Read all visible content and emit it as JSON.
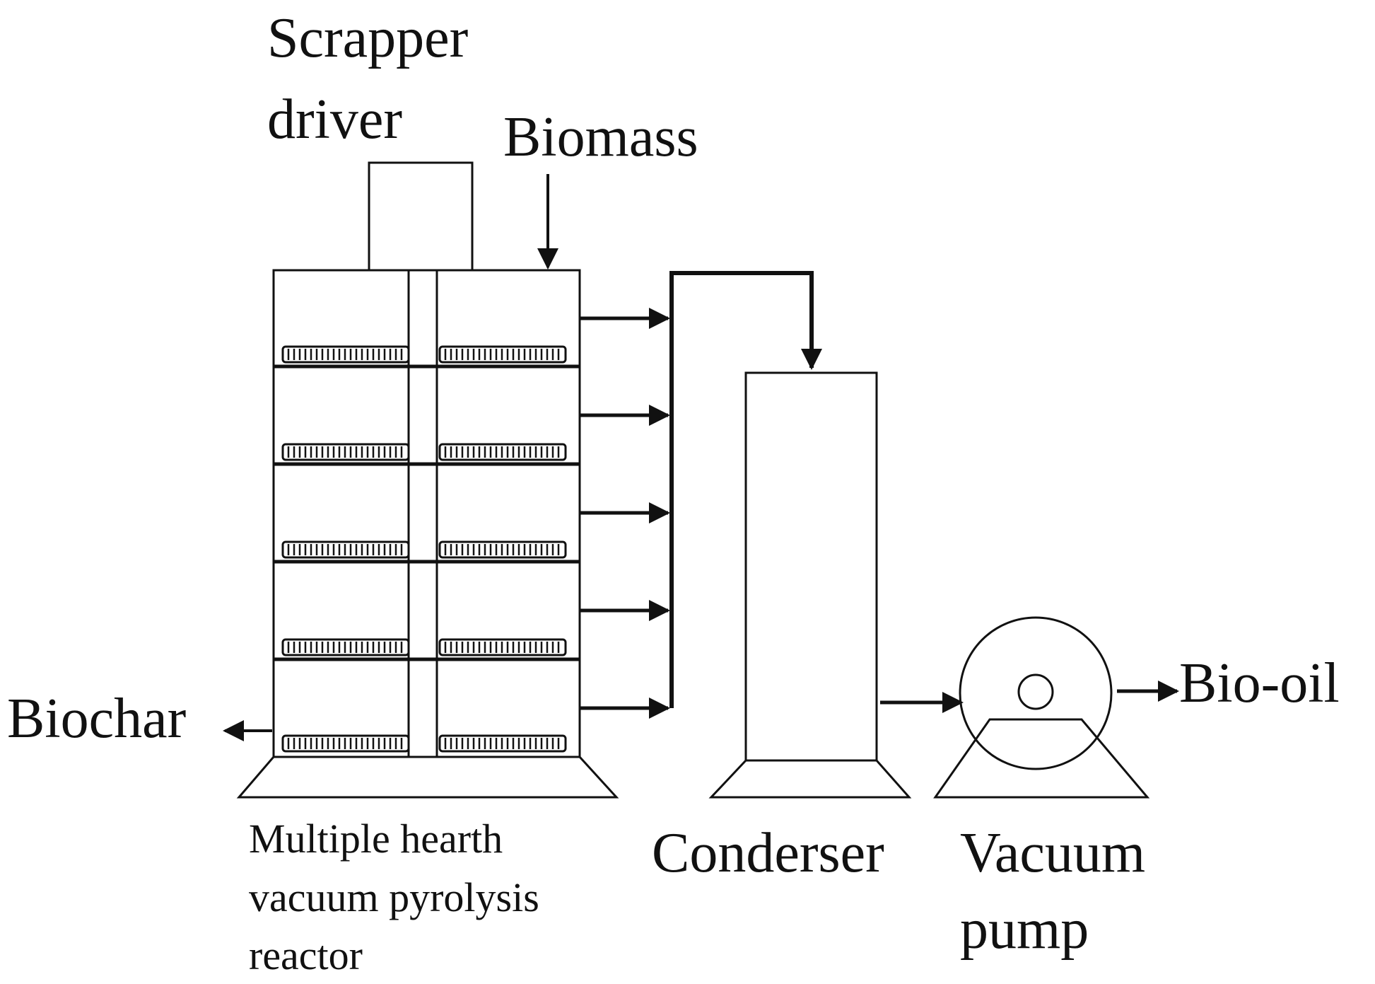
{
  "labels": {
    "scrapper_driver_line1": "Scrapper",
    "scrapper_driver_line2": "driver",
    "biomass": "Biomass",
    "biochar": "Biochar",
    "bio_oil": "Bio-oil",
    "reactor_line1": "Multiple hearth",
    "reactor_line2": "vacuum pyrolysis",
    "reactor_line3": "reactor",
    "condenser": "Conderser",
    "vacuum_pump_line1": "Vacuum",
    "vacuum_pump_line2": "pump"
  },
  "colors": {
    "line": "#111111",
    "background": "#ffffff"
  }
}
